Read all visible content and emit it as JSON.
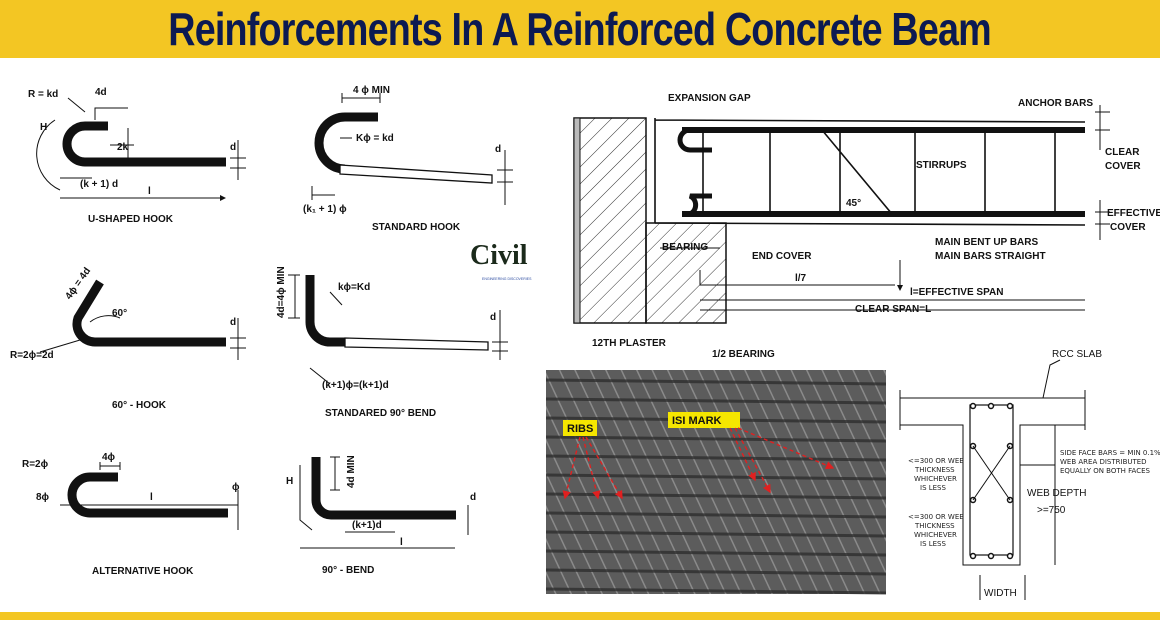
{
  "title": "Reinforcements In A Reinforced Concrete Beam",
  "logo": {
    "text": "Civil",
    "subtext": "ENGINEERING DISCOVERIES"
  },
  "hooks": {
    "u_shaped": {
      "caption": "U-SHAPED HOOK",
      "r": "R = kd",
      "len": "4d",
      "h": "H",
      "k2": "2k",
      "k1d": "(k + 1) d",
      "l": "l",
      "d": "d"
    },
    "standard": {
      "caption": "STANDARD HOOK",
      "min": "4 ϕ MIN",
      "k": "Kϕ = kd",
      "k1": "(k₁ + 1) ϕ",
      "d": "d"
    },
    "sixty": {
      "caption": "60° - HOOK",
      "len": "4ϕ = 4d",
      "angle": "60°",
      "r": "R=2ϕ=2d",
      "d": "d"
    },
    "std90": {
      "caption": "STANDARED 90° BEND",
      "min": "4d=4ϕ MIN",
      "k": "kϕ=Kd",
      "k1": "(k+1)ϕ=(k+1)d",
      "d": "d"
    },
    "alternative": {
      "caption": "ALTERNATIVE HOOK",
      "r": "R=2ϕ",
      "len": "4ϕ",
      "e": "8ϕ",
      "l": "l",
      "d": "ϕ"
    },
    "ninety": {
      "caption": "90° - BEND",
      "h": "H",
      "min": "4d MIN",
      "k1": "(k+1)d",
      "l": "l",
      "d": "d"
    }
  },
  "beam": {
    "expansion_gap": "EXPANSION GAP",
    "anchor_bars": "ANCHOR BARS",
    "clear_cover": [
      "CLEAR",
      "COVER"
    ],
    "stirrups": "STIRRUPS",
    "angle": "45°",
    "effective_cover": [
      "EFFECTIVE",
      "COVER"
    ],
    "bearing": "BEARING",
    "end_cover": "END COVER",
    "main_bars": [
      "MAIN BENT UP BARS",
      "MAIN BARS STRAIGHT"
    ],
    "l7": "l/7",
    "effective_span": "l=EFFECTIVE SPAN",
    "clear_span": "CLEAR SPAN=L",
    "plaster": "12TH PLASTER",
    "half_bearing": "1/2 BEARING"
  },
  "photo": {
    "ribs": "RIBS",
    "isi_mark": "ISI MARK",
    "accent": "#f5e600",
    "arrow": "#e02020"
  },
  "section": {
    "slab": "RCC SLAB",
    "spacing1": [
      "<=300 OR WEB",
      "THICKNESS",
      "WHICHEVER",
      "IS LESS"
    ],
    "spacing2": [
      "<=300 OR WEB",
      "THICKNESS",
      "WHICHEVER",
      "IS LESS"
    ],
    "side_bars": [
      "SIDE FACE BARS = MIN 0.1%",
      "WEB AREA DISTRIBUTED",
      "EQUALLY ON BOTH FACES"
    ],
    "web_depth": "WEB DEPTH",
    "web_depth_val": ">=750",
    "width": "WIDTH"
  },
  "colors": {
    "banner": "#f3c623",
    "title_text": "#0c1a52"
  }
}
